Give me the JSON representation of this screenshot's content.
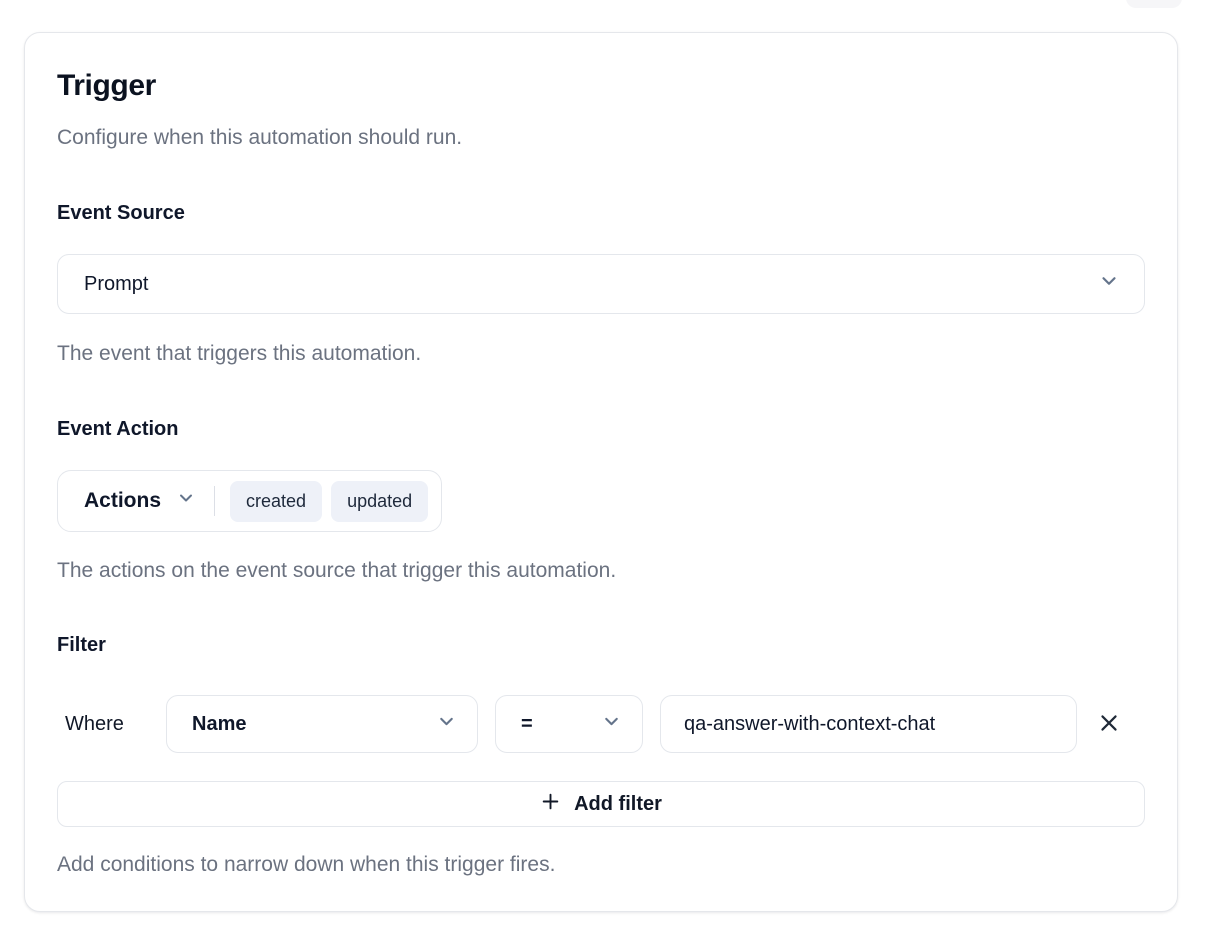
{
  "card": {
    "title": "Trigger",
    "subtitle": "Configure when this automation should run."
  },
  "event_source": {
    "label": "Event Source",
    "value": "Prompt",
    "help": "The event that triggers this automation."
  },
  "event_action": {
    "label": "Event Action",
    "dropdown_label": "Actions",
    "selected_actions": [
      "created",
      "updated"
    ],
    "help": "The actions on the event source that trigger this automation."
  },
  "filter": {
    "label": "Filter",
    "where_label": "Where",
    "conditions": [
      {
        "field": "Name",
        "operator": "=",
        "value": "qa-answer-with-context-chat"
      }
    ],
    "add_button_label": "Add filter",
    "help": "Add conditions to narrow down when this trigger fires."
  },
  "icons": {
    "dropdown": "chevron-down",
    "remove_condition": "x",
    "add_filter": "plus"
  },
  "colors": {
    "text_primary": "#0f172a",
    "text_muted": "#6b7280",
    "border": "#e4e7ec",
    "chip_background": "#eef1f8",
    "chevron": "#64748b"
  }
}
